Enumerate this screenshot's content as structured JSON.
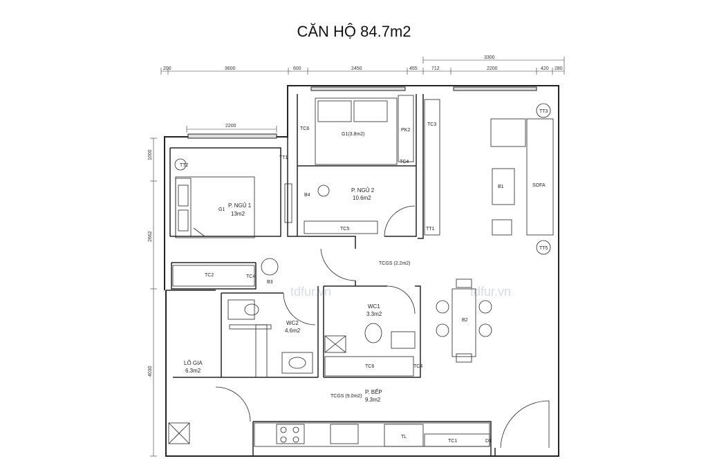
{
  "title": "CĂN HỘ 84.7m2",
  "dimensions": {
    "top": [
      "200",
      "3600",
      "600",
      "2450",
      "455",
      "712",
      "2200",
      "420",
      "280"
    ],
    "top_overall_right": "3300",
    "bedroom1_window": "2200",
    "left": [
      "1000",
      "2662",
      "4030"
    ]
  },
  "rooms": {
    "bedroom1": {
      "name": "P. NGỦ 1",
      "area": "13m2"
    },
    "bedroom2": {
      "name": "P. NGỦ 2",
      "area": "10.6m2"
    },
    "wc1": {
      "name": "WC1",
      "area": "3.3m2"
    },
    "wc2": {
      "name": "WC2",
      "area": "4.6m2"
    },
    "loggia": {
      "name": "LÔ GIA",
      "area": "6.3m2"
    },
    "kitchen": {
      "name": "P. BẾP",
      "area": "9.3m2"
    }
  },
  "furniture": {
    "g1": "G1",
    "g1_top": "G1(3.8m2)",
    "tc6": "TC6",
    "pk2": "PK2",
    "tc4a": "TC4",
    "tt1a": "TT1",
    "b4": "B4",
    "tc5": "TC5",
    "tc3": "TC3",
    "b1": "B1",
    "sofa": "SOFA",
    "tt1b": "TT1",
    "tt2": "TT2",
    "tt3": "TT3",
    "tt5": "TT5",
    "tcgs": "TCGS (2.2m2)",
    "tc4b": "TC4",
    "b3": "B3",
    "tc2": "TC2",
    "b2": "B2",
    "tc6b": "TC6",
    "tc4c": "TC4",
    "tcgs2": "TCGS (9.0m2)",
    "tl": "TL",
    "tc1": "TC1",
    "d1": "D1"
  },
  "watermarks": [
    "tdfur.vn",
    "tdfur.vn"
  ]
}
